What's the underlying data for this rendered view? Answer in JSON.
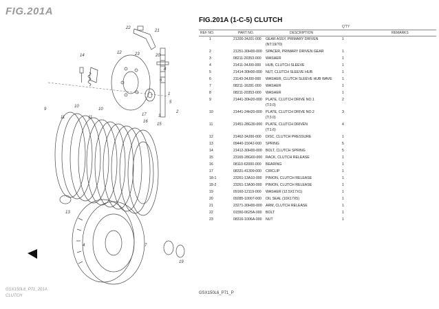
{
  "figure": {
    "label": "FIG.201A",
    "footer_line1": "GSX150L6_P71_201A",
    "footer_line2": "CLUTCH",
    "callouts": [
      "22",
      "21",
      "14",
      "12",
      "23",
      "20",
      "8",
      "6",
      "1",
      "5",
      "2",
      "3",
      "17",
      "16",
      "15",
      "9",
      "11",
      "10",
      "11",
      "10",
      "13",
      "7",
      "4",
      "19"
    ]
  },
  "parts": {
    "title": "FIG.201A (1-C-5) CLUTCH",
    "qty_label": "Q'TY",
    "headers": {
      "ref": "REF NO.",
      "part": "PART NO.",
      "desc": "DESCRIPTION",
      "remarks": "REMARKS"
    },
    "rows": [
      {
        "ref": "1",
        "part": "21200-34J01-000",
        "desc": "GEAR ASSY, PRIMARY DRIVEN",
        "sub": "(NT:19/70)",
        "qty": "1"
      },
      {
        "ref": "2",
        "part": "21251-30H00-000",
        "desc": "SPACER, PRIMARY DRIVEN GEAR",
        "qty": "1"
      },
      {
        "ref": "3",
        "part": "08211-20353-000",
        "desc": "WASHER",
        "qty": "1"
      },
      {
        "ref": "4",
        "part": "21411-34J00-000",
        "desc": "HUB, CLUTCH SLEEVE",
        "qty": "1"
      },
      {
        "ref": "5",
        "part": "21414-30H00-000",
        "desc": "NUT, CLUTCH SLEEVE HUB",
        "qty": "1"
      },
      {
        "ref": "6",
        "part": "21143-34J00-000",
        "desc": "WASHER, CLUTCH SLEEVE HUB WAVE",
        "qty": "1"
      },
      {
        "ref": "7",
        "part": "08211-16281-000",
        "desc": "WASHER",
        "qty": "1"
      },
      {
        "ref": "8",
        "part": "08211-20353-000",
        "desc": "WASHER",
        "qty": "1"
      },
      {
        "ref": "9",
        "part": "21441-30H20-000",
        "desc": "PLATE, CLUTCH DRIVE NO.1",
        "sub": "(T:3.0)",
        "qty": "2"
      },
      {
        "ref": "10",
        "part": "21441-24H20-000",
        "desc": "PLATE, CLUTCH DRIVE NO.2",
        "sub": "(T:3.0)",
        "qty": "3"
      },
      {
        "ref": "11",
        "part": "21451-28G30-000",
        "desc": "PLATE, CLUTCH DRIVEN",
        "sub": "(T:1.6)",
        "qty": "4"
      },
      {
        "ref": "12",
        "part": "21462-34J00-000",
        "desc": "DISC, CLUTCH PRESSURE",
        "qty": "1"
      },
      {
        "ref": "13",
        "part": "09440-15042-000",
        "desc": "SPRING",
        "qty": "5"
      },
      {
        "ref": "14",
        "part": "21412-30H00-000",
        "desc": "BOLT, CLUTCH SPRING",
        "qty": "5"
      },
      {
        "ref": "15",
        "part": "23165-28G60-000",
        "desc": "RACK, CLUTCH RELEASE",
        "qty": "1"
      },
      {
        "ref": "16",
        "part": "08110-62000-000",
        "desc": "BEARING",
        "qty": "1"
      },
      {
        "ref": "17",
        "part": "08331-41309-000",
        "desc": "CIRCLIP",
        "qty": "1"
      },
      {
        "ref": "18-1",
        "part": "23261-13A10-000",
        "desc": "PINION, CLUTCH RELEASE",
        "qty": "1"
      },
      {
        "ref": "18-2",
        "part": "23261-13A30-000",
        "desc": "PINION, CLUTCH RELEASE",
        "qty": "1"
      },
      {
        "ref": "19",
        "part": "09160-12119-000",
        "desc": "WASHER (12.5X17X1)",
        "qty": "1"
      },
      {
        "ref": "20",
        "part": "09285-10007-000",
        "desc": "OIL SEAL (10X17X5)",
        "qty": "1"
      },
      {
        "ref": "21",
        "part": "23271-30H00-000",
        "desc": "ARM, CLUTCH RELEASE",
        "qty": "1"
      },
      {
        "ref": "22",
        "part": "01550-0625A-000",
        "desc": "BOLT",
        "qty": "1"
      },
      {
        "ref": "23",
        "part": "08316-1006A-000",
        "desc": "NUT",
        "qty": "1"
      }
    ],
    "page_code": "GSX150L6_P71_P"
  }
}
